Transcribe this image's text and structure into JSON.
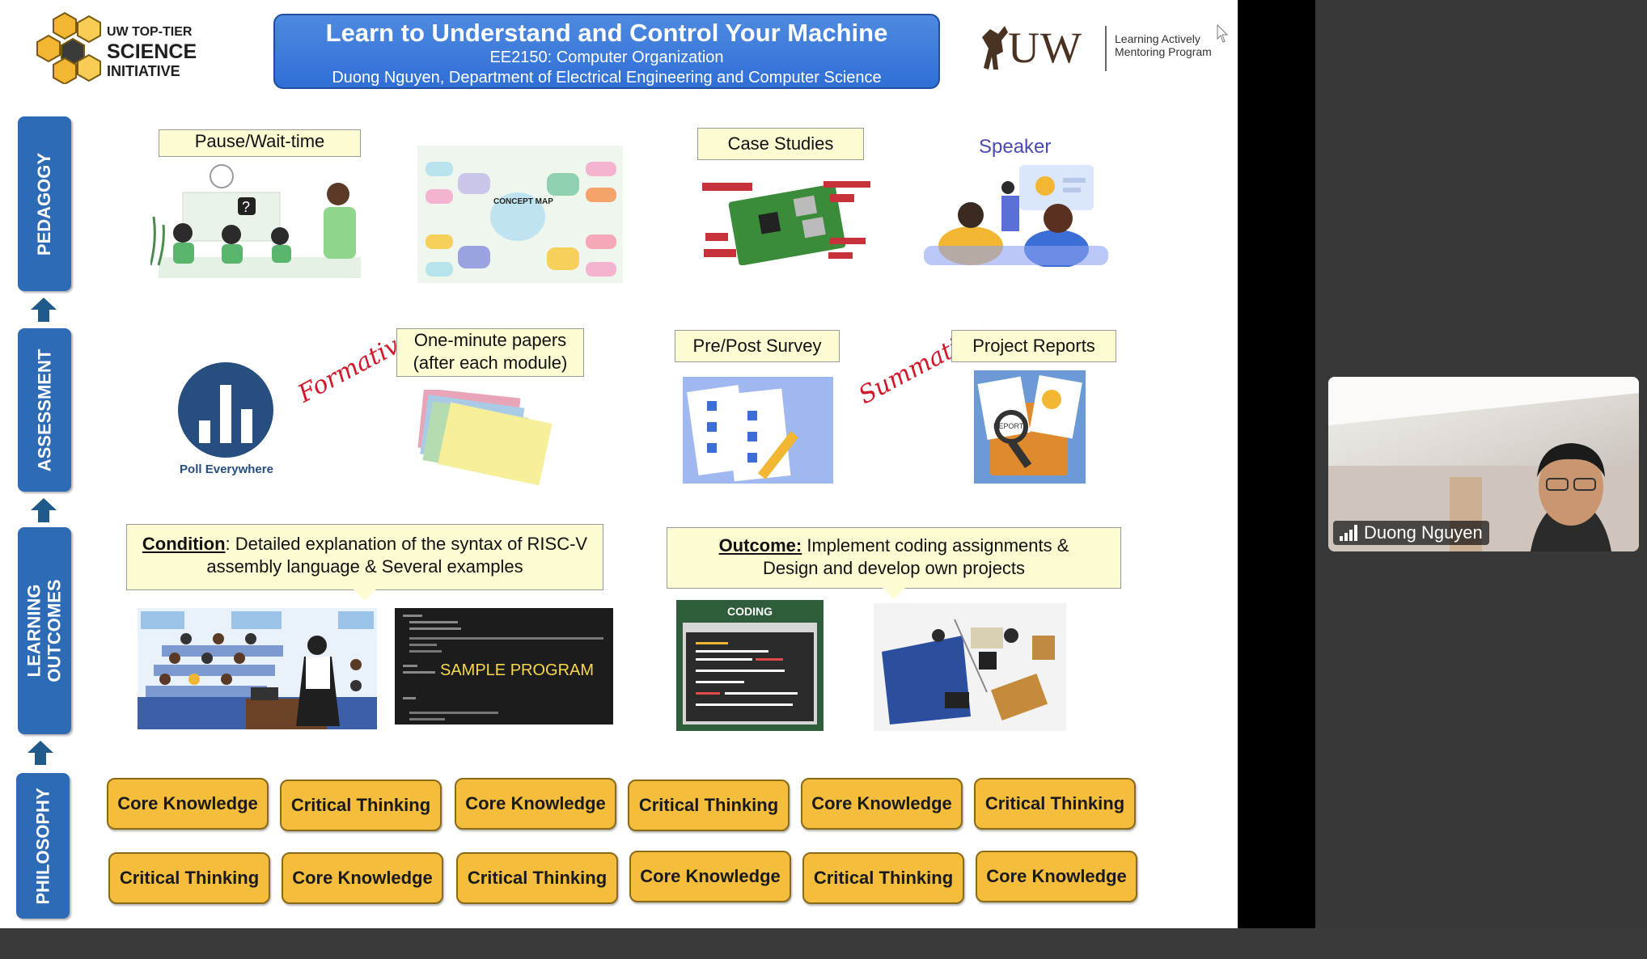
{
  "slide": {
    "title": "Learn to Understand and Control Your Machine",
    "course": "EE2150: Computer Organization",
    "author": "Duong Nguyen, Department of Electrical Engineering and Computer Science",
    "logo_left": {
      "line1": "UW TOP-TIER",
      "line2": "SCIENCE",
      "line3": "INITIATIVE"
    },
    "logo_right": {
      "wordmark": "UW",
      "line1": "Learning Actively",
      "line2": "Mentoring Program"
    },
    "sections": {
      "pedagogy": "PEDAGOGY",
      "assessment": "ASSESSMENT",
      "learning_outcomes_1": "LEARNING",
      "learning_outcomes_2": "OUTCOMES",
      "philosophy": "PHILOSOPHY"
    },
    "pedagogy": {
      "pause": "Pause/Wait-time",
      "concept_map": "CONCEPT MAP",
      "case_studies": "Case Studies",
      "speaker": "Speaker"
    },
    "assessment": {
      "formative": "Formative",
      "summative": "Summative",
      "poll": "Poll Everywhere",
      "minute_papers_1": "One-minute papers",
      "minute_papers_2": "(after each module)",
      "pre_post": "Pre/Post Survey",
      "reports": "Project Reports",
      "report_tag": "REPORTS"
    },
    "outcomes": {
      "condition_label": "Condition",
      "condition_text_1": ": Detailed explanation of the syntax of RISC-V",
      "condition_text_2": "assembly language & Several examples",
      "outcome_label": "Outcome:",
      "outcome_text_1": " Implement coding assignments &",
      "outcome_text_2": "Design and develop own projects",
      "sample_program": "SAMPLE PROGRAM",
      "coding": "CODING"
    },
    "philosophy_row1": [
      "Core Knowledge",
      "Critical Thinking",
      "Core Knowledge",
      "Critical Thinking",
      "Core Knowledge",
      "Critical Thinking"
    ],
    "philosophy_row2": [
      "Critical Thinking",
      "Core Knowledge",
      "Critical Thinking",
      "Core Knowledge",
      "Critical Thinking",
      "Core Knowledge"
    ]
  },
  "video": {
    "name": "Duong Nguyen"
  },
  "colors": {
    "title_blue": "#2f6fd6",
    "side_blue": "#2d6bb7",
    "pill_gold": "#f4bd3c",
    "script_red": "#d3172a"
  }
}
